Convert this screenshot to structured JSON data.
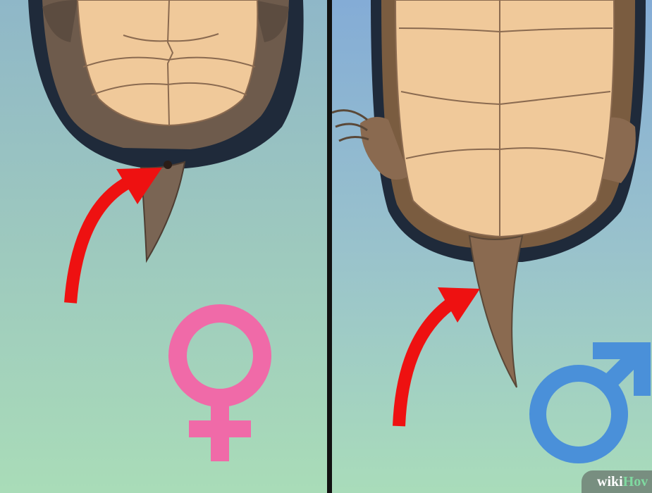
{
  "image": {
    "panels": [
      {
        "label": "female",
        "symbol": "female-symbol",
        "symbol_color": "#f06aa8"
      },
      {
        "label": "male",
        "symbol": "male-symbol",
        "symbol_color": "#4a90d9"
      }
    ],
    "arrow_color": "#ee1111",
    "watermark": {
      "prefix": "wiki",
      "suffix": "Hov"
    }
  }
}
